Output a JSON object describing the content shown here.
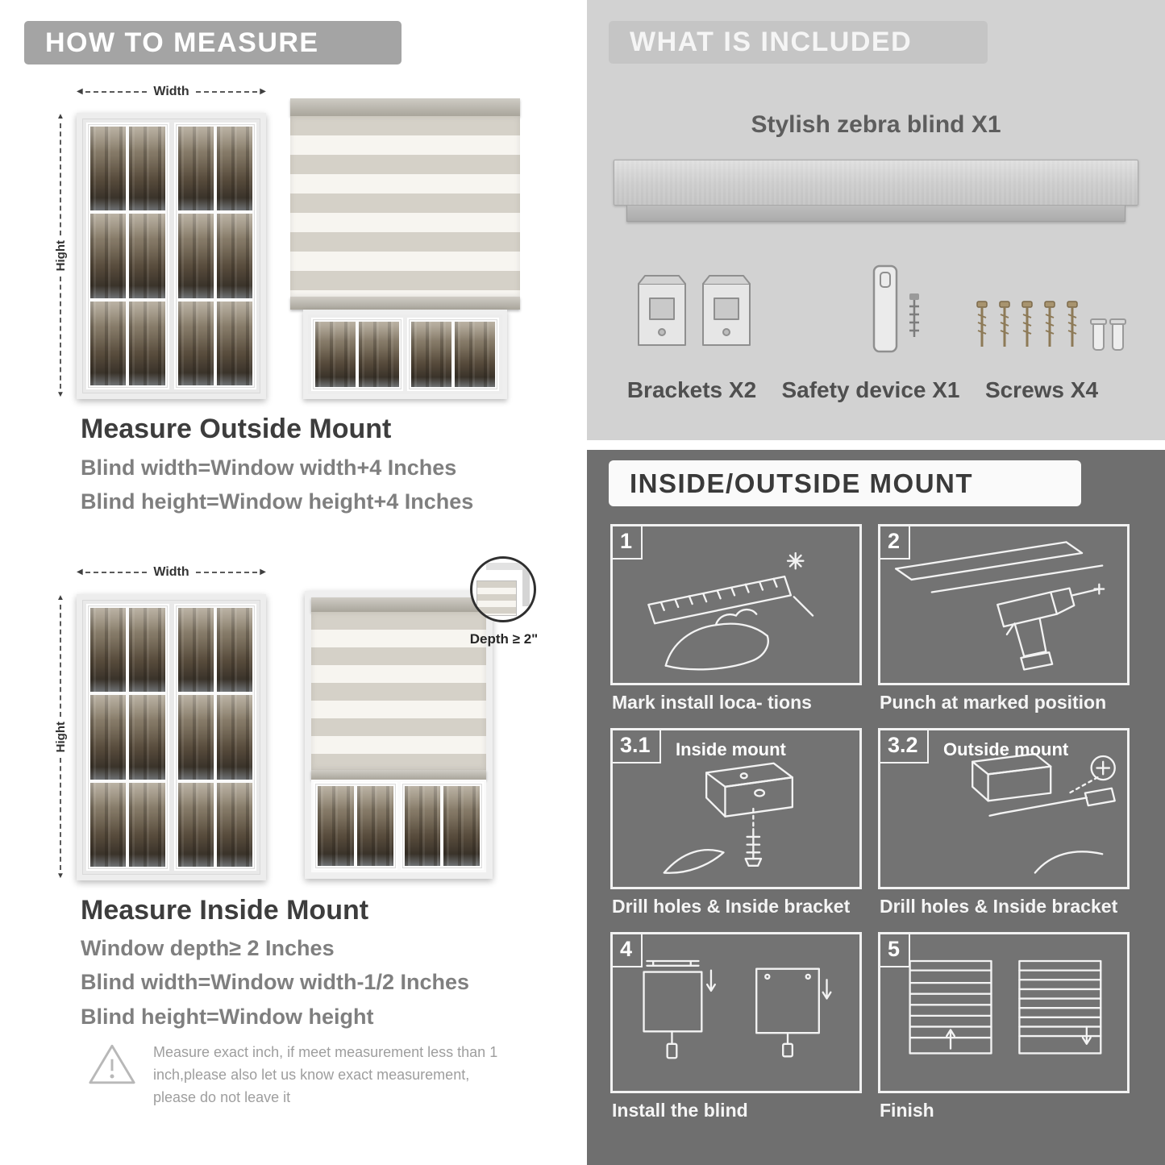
{
  "colors": {
    "left_header_bg": "#a4a4a4",
    "included_panel_bg": "#d2d2d2",
    "included_header_bg": "#c5c5c5",
    "mount_panel_bg": "#6f6f6f",
    "heading_text": "#3d3d3d",
    "body_text": "#7f7f7f",
    "stripe_gray": "#d5d1c8",
    "stripe_sheer": "#f7f5f0"
  },
  "measure": {
    "header": "HOW TO MEASURE",
    "width_label": "Width",
    "height_label": "Hight",
    "outside_title": "Measure Outside Mount",
    "outside_lines": [
      "Blind width=Window width+4 Inches",
      "Blind height=Window height+4 Inches"
    ],
    "depth_callout": "Depth ≥ 2\"",
    "inside_title": "Measure Inside Mount",
    "inside_lines": [
      "Window depth≥ 2 Inches",
      "Blind width=Window width-1/2 Inches",
      "Blind height=Window height"
    ],
    "warning_text": "Measure exact inch, if meet measurement less than 1 inch,please also let us know exact measurement, please do not leave it"
  },
  "included": {
    "header": "WHAT IS INCLUDED",
    "product_label": "Stylish zebra blind X1",
    "items": [
      {
        "name": "brackets",
        "label": "Brackets X2"
      },
      {
        "name": "safety-device",
        "label": "Safety device X1"
      },
      {
        "name": "screws",
        "label": "Screws X4"
      }
    ]
  },
  "mount_steps": {
    "header": "INSIDE/OUTSIDE MOUNT",
    "steps": [
      {
        "num": "1",
        "caption": "Mark install loca- tions"
      },
      {
        "num": "2",
        "caption": "Punch at  marked position"
      },
      {
        "num": "3.1",
        "label": "Inside mount",
        "caption": "Drill holes &  Inside bracket"
      },
      {
        "num": "3.2",
        "label": "Outside mount",
        "caption": "Drill holes &  Inside bracket"
      },
      {
        "num": "4",
        "caption": "Install the blind"
      },
      {
        "num": "5",
        "caption": "Finish"
      }
    ]
  }
}
